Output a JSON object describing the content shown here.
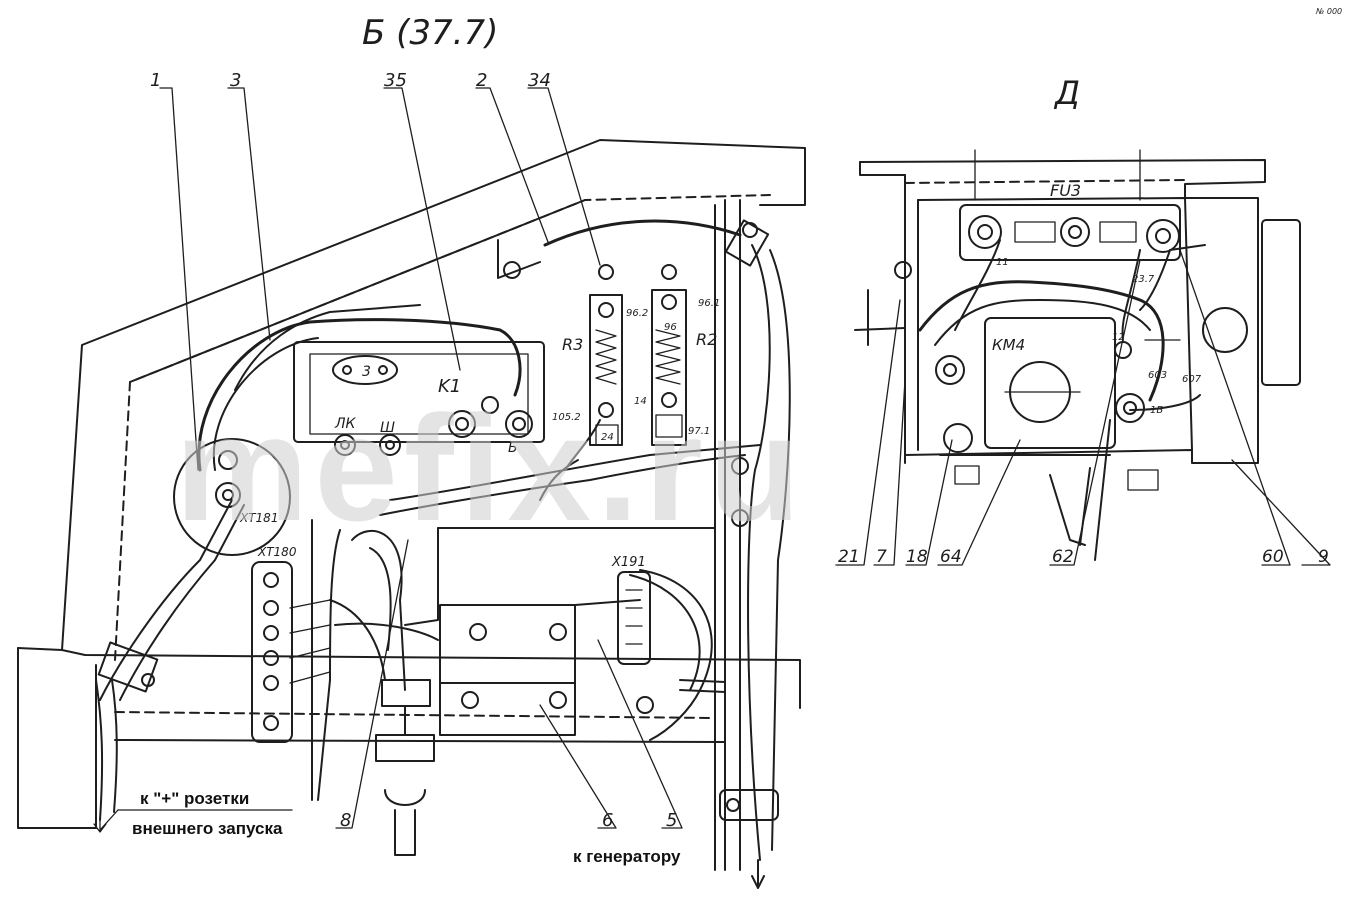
{
  "view_b": {
    "title": "Б (37.7)",
    "leaders": [
      "1",
      "3",
      "35",
      "2",
      "34",
      "8",
      "6",
      "5"
    ],
    "components": [
      "XT181",
      "XT180",
      "K1",
      "R3",
      "R2",
      "X191"
    ],
    "terminals": [
      "ЛК",
      "Ш",
      "Б",
      "3"
    ],
    "notes": {
      "plus_socket_line1": "к \"+\" розетки",
      "plus_socket_line2": "внешнего запуска",
      "generator": "к генератору"
    }
  },
  "view_d": {
    "title": "Д",
    "components": [
      "FU3",
      "КМ4"
    ],
    "leaders": [
      "21",
      "7",
      "18",
      "64",
      "62",
      "60",
      "9"
    ],
    "wire_marks": [
      "11",
      "12",
      "23.7",
      "607",
      "603",
      "1Б"
    ]
  },
  "wire_marks_b": [
    "96.2",
    "96.1",
    "97.1",
    "105.2",
    "96",
    "14",
    "24"
  ],
  "watermark": "mefix.ru",
  "corner_mark": "№ 000"
}
